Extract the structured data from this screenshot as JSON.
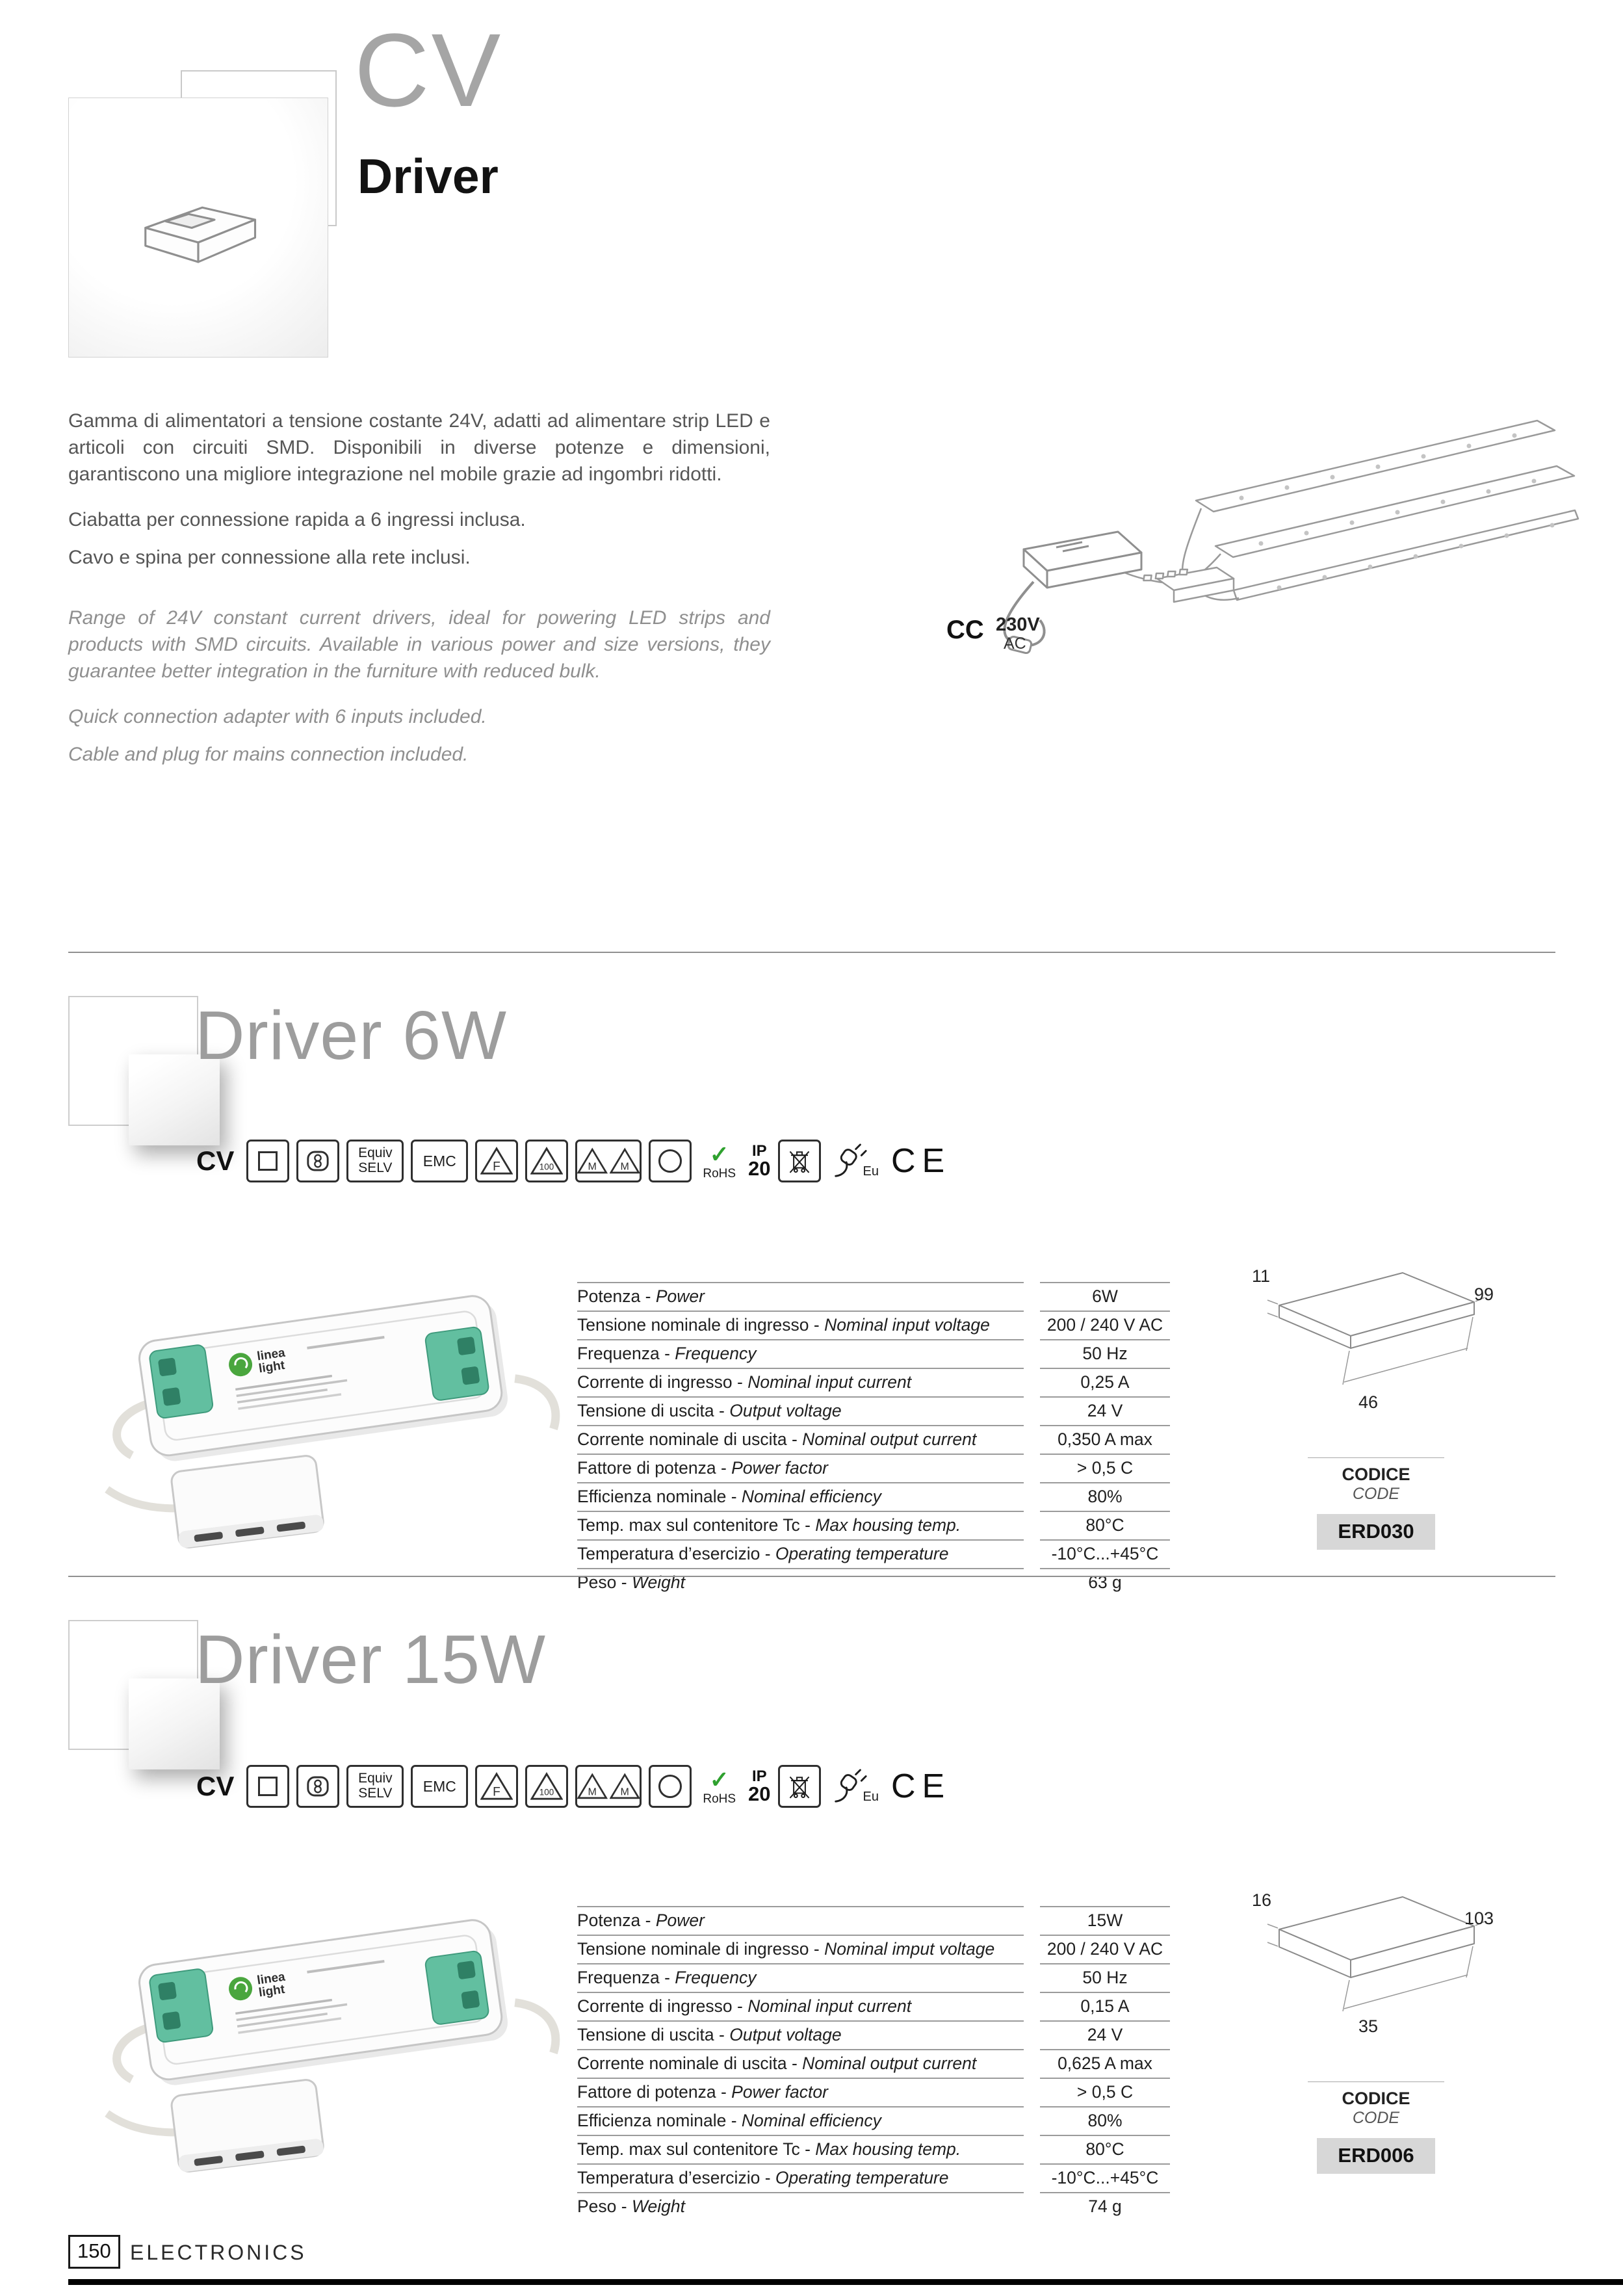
{
  "ui": {
    "sep": " - "
  },
  "header": {
    "title": "CV",
    "subtitle": "Driver",
    "intro_it": [
      "Gamma di alimentatori a tensione costante 24V, adatti ad alimentare strip LED e articoli con circuiti SMD. Disponibili in diverse potenze e dimensioni, garantiscono una migliore integrazione nel mobile grazie ad ingombri ridotti.",
      "Ciabatta per connessione rapida a 6 ingressi inclusa.",
      "Cavo e spina per connessione alla rete inclusi."
    ],
    "intro_en": [
      "Range of 24V constant current drivers, ideal for powering LED strips and products with SMD circuits. Available in various power and size versions, they guarantee better integration in the furniture with reduced bulk.",
      "Quick connection adapter with 6 inputs included.",
      "Cable and plug for mains connection included."
    ],
    "diagram": {
      "cc": "CC",
      "voltage": "230V",
      "ac": "AC"
    }
  },
  "icons": {
    "cv": "CV",
    "equiv": "Equiv",
    "selv": "SELV",
    "emc": "EMC",
    "f": "F",
    "t100": "100",
    "m": "M",
    "rohs": "RoHS",
    "ip": "IP",
    "ip_class": "20",
    "eu": "Eu",
    "ce": "CE"
  },
  "device": {
    "brand_top": "linea",
    "brand_bottom": "light"
  },
  "products": [
    {
      "title": "Driver 6W",
      "specs": [
        {
          "it": "Potenza",
          "en": "Power",
          "value": "6W"
        },
        {
          "it": "Tensione nominale di ingresso",
          "en": "Nominal input voltage",
          "value": "200 / 240 V AC"
        },
        {
          "it": "Frequenza",
          "en": "Frequency",
          "value": "50 Hz"
        },
        {
          "it": "Corrente di ingresso",
          "en": "Nominal input current",
          "value": "0,25 A"
        },
        {
          "it": "Tensione di uscita",
          "en": "Output voltage",
          "value": "24 V"
        },
        {
          "it": "Corrente nominale di uscita",
          "en": "Nominal output current",
          "value": "0,350 A max"
        },
        {
          "it": "Fattore di potenza",
          "en": "Power factor",
          "value": "> 0,5 C"
        },
        {
          "it": "Efficienza nominale",
          "en": "Nominal efficiency",
          "value": "80%"
        },
        {
          "it": "Temp. max sul contenitore Tc",
          "en": "Max housing temp.",
          "value": "80°C"
        },
        {
          "it": "Temperatura d’esercizio",
          "en": "Operating temperature",
          "value": "-10°C...+45°C"
        },
        {
          "it": "Peso",
          "en": "Weight",
          "value": "63 g"
        }
      ],
      "dims": {
        "thickness": "11",
        "length": "99",
        "width": "46"
      },
      "code_heading": "CODICE",
      "code_heading_en": "CODE",
      "code": "ERD030"
    },
    {
      "title": "Driver 15W",
      "specs": [
        {
          "it": "Potenza",
          "en": "Power",
          "value": "15W"
        },
        {
          "it": "Tensione nominale di ingresso",
          "en": "Nominal imput voltage",
          "value": "200 / 240 V AC"
        },
        {
          "it": "Frequenza",
          "en": "Frequency",
          "value": "50 Hz"
        },
        {
          "it": "Corrente di ingresso",
          "en": "Nominal input current",
          "value": "0,15 A"
        },
        {
          "it": "Tensione di uscita",
          "en": "Output voltage",
          "value": "24 V"
        },
        {
          "it": "Corrente nominale di uscita",
          "en": "Nominal output current",
          "value": "0,625 A max"
        },
        {
          "it": "Fattore di potenza",
          "en": "Power factor",
          "value": "> 0,5 C"
        },
        {
          "it": "Efficienza nominale",
          "en": "Nominal efficiency",
          "value": "80%"
        },
        {
          "it": "Temp. max sul contenitore Tc",
          "en": "Max housing temp.",
          "value": "80°C"
        },
        {
          "it": "Temperatura d’esercizio",
          "en": "Operating temperature",
          "value": "-10°C...+45°C"
        },
        {
          "it": "Peso",
          "en": "Weight",
          "value": "74 g"
        }
      ],
      "dims": {
        "thickness": "16",
        "length": "103",
        "width": "35"
      },
      "code_heading": "CODICE",
      "code_heading_en": "CODE",
      "code": "ERD006"
    }
  ],
  "footer": {
    "page": "150",
    "section": "ELECTRONICS"
  }
}
